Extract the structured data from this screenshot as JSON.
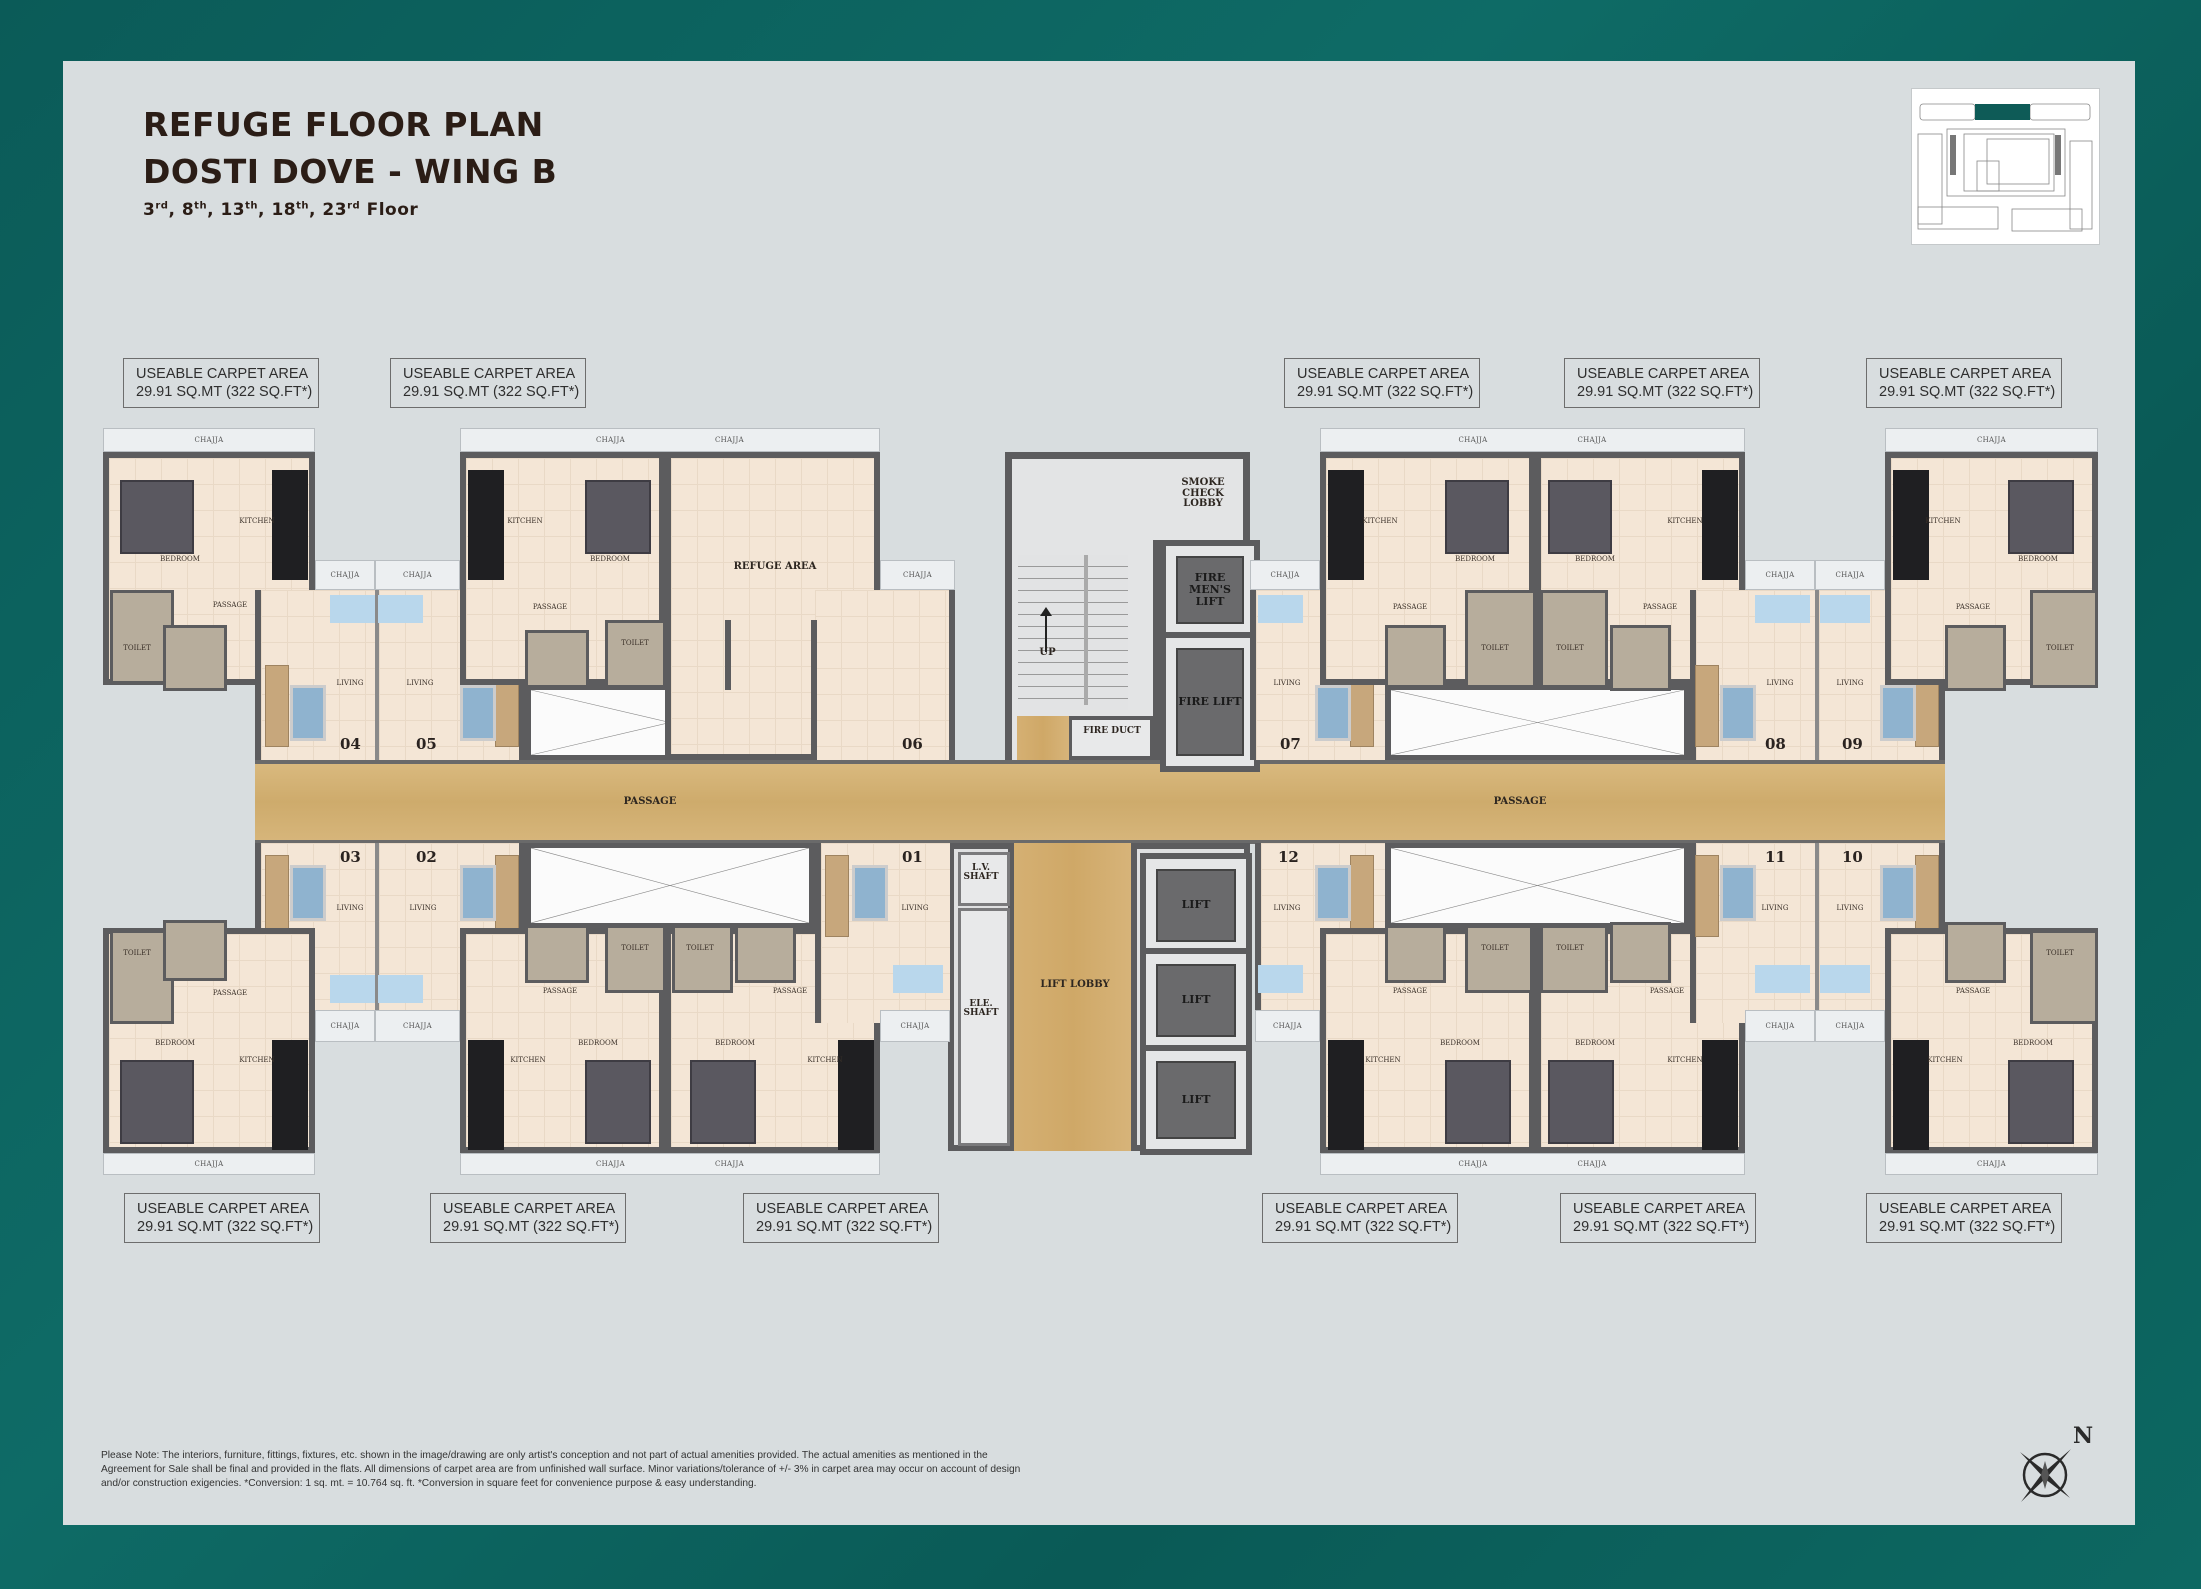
{
  "header": {
    "title_line1": "REFUGE FLOOR PLAN",
    "title_line2": "DOSTI DOVE - WING B",
    "floors": [
      {
        "num": "3",
        "suffix": "rd"
      },
      {
        "num": "8",
        "suffix": "th"
      },
      {
        "num": "13",
        "suffix": "th"
      },
      {
        "num": "18",
        "suffix": "th"
      },
      {
        "num": "23",
        "suffix": "rd"
      }
    ],
    "floors_word": "Floor"
  },
  "key_plan": {
    "label": "key-plan",
    "highlight_color": "#0e5b57"
  },
  "carpet_area": {
    "heading": "USEABLE CARPET AREA",
    "value": "29.91 SQ.MT (322 SQ.FT*)"
  },
  "area_boxes": [
    {
      "position": "top-1",
      "heading": "USEABLE CARPET AREA",
      "value": "29.91 SQ.MT (322 SQ.FT*)"
    },
    {
      "position": "top-2",
      "heading": "USEABLE CARPET AREA",
      "value": "29.91 SQ.MT (322 SQ.FT*)"
    },
    {
      "position": "top-3",
      "heading": "USEABLE CARPET AREA",
      "value": "29.91 SQ.MT (322 SQ.FT*)"
    },
    {
      "position": "top-4",
      "heading": "USEABLE CARPET AREA",
      "value": "29.91 SQ.MT (322 SQ.FT*)"
    },
    {
      "position": "top-5",
      "heading": "USEABLE CARPET AREA",
      "value": "29.91 SQ.MT (322 SQ.FT*)"
    },
    {
      "position": "bottom-1",
      "heading": "USEABLE CARPET AREA",
      "value": "29.91 SQ.MT (322 SQ.FT*)"
    },
    {
      "position": "bottom-2",
      "heading": "USEABLE CARPET AREA",
      "value": "29.91 SQ.MT (322 SQ.FT*)"
    },
    {
      "position": "bottom-3",
      "heading": "USEABLE CARPET AREA",
      "value": "29.91 SQ.MT (322 SQ.FT*)"
    },
    {
      "position": "bottom-4",
      "heading": "USEABLE CARPET AREA",
      "value": "29.91 SQ.MT (322 SQ.FT*)"
    },
    {
      "position": "bottom-5",
      "heading": "USEABLE CARPET AREA",
      "value": "29.91 SQ.MT (322 SQ.FT*)"
    },
    {
      "position": "bottom-6",
      "heading": "USEABLE CARPET AREA",
      "value": "29.91 SQ.MT (322 SQ.FT*)"
    }
  ],
  "units": [
    "01",
    "02",
    "03",
    "04",
    "05",
    "06",
    "07",
    "08",
    "09",
    "10",
    "11",
    "12"
  ],
  "unit_labels": {
    "u04": "04",
    "u05": "05",
    "u06": "06",
    "u07": "07",
    "u08": "08",
    "u09": "09",
    "u03": "03",
    "u02": "02",
    "u01": "01",
    "u12": "12",
    "u11": "11",
    "u10": "10"
  },
  "rooms": {
    "bedroom": "BEDROOM",
    "kitchen": "KITCHEN",
    "passage": "PASSAGE",
    "toilet": "TOILET",
    "living": "LIVING",
    "chajja": "CHAJJA"
  },
  "core": {
    "refuge_area": "REFUGE AREA",
    "passage_left": "PASSAGE",
    "passage_right": "PASSAGE",
    "smoke_check_lobby": "SMOKE CHECK LOBBY",
    "firemens_lift": "FIRE MEN'S LIFT",
    "fire_lift": "FIRE LIFT",
    "fire_duct": "FIRE DUCT",
    "stair_up": "UP",
    "lv_shaft": "L.V. SHAFT",
    "ele_shaft": "ELE. SHAFT",
    "lift_lobby": "LIFT LOBBY",
    "lift": "LIFT"
  },
  "compass": {
    "north_label": "N"
  },
  "disclaimer": "Please Note: The interiors, furniture, fittings, fixtures, etc. shown in the image/drawing are only artist's conception and not part of actual amenities provided. The actual amenities as mentioned in the Agreement for Sale shall be final and provided in the flats. All dimensions of carpet area are from unfinished wall surface. Minor variations/tolerance of +/- 3% in carpet area may occur on account of design and/or construction exigencies. *Conversion: 1 sq. mt. = 10.764 sq. ft. *Conversion in square feet for convenience purpose & easy understanding.",
  "colors": {
    "background_teal": "#0d625e",
    "panel": "#d8dddf",
    "passage": "#d2b072",
    "floor": "#f2e3d2",
    "walls": "#5c5c5e",
    "title_text": "#2b1d16"
  }
}
